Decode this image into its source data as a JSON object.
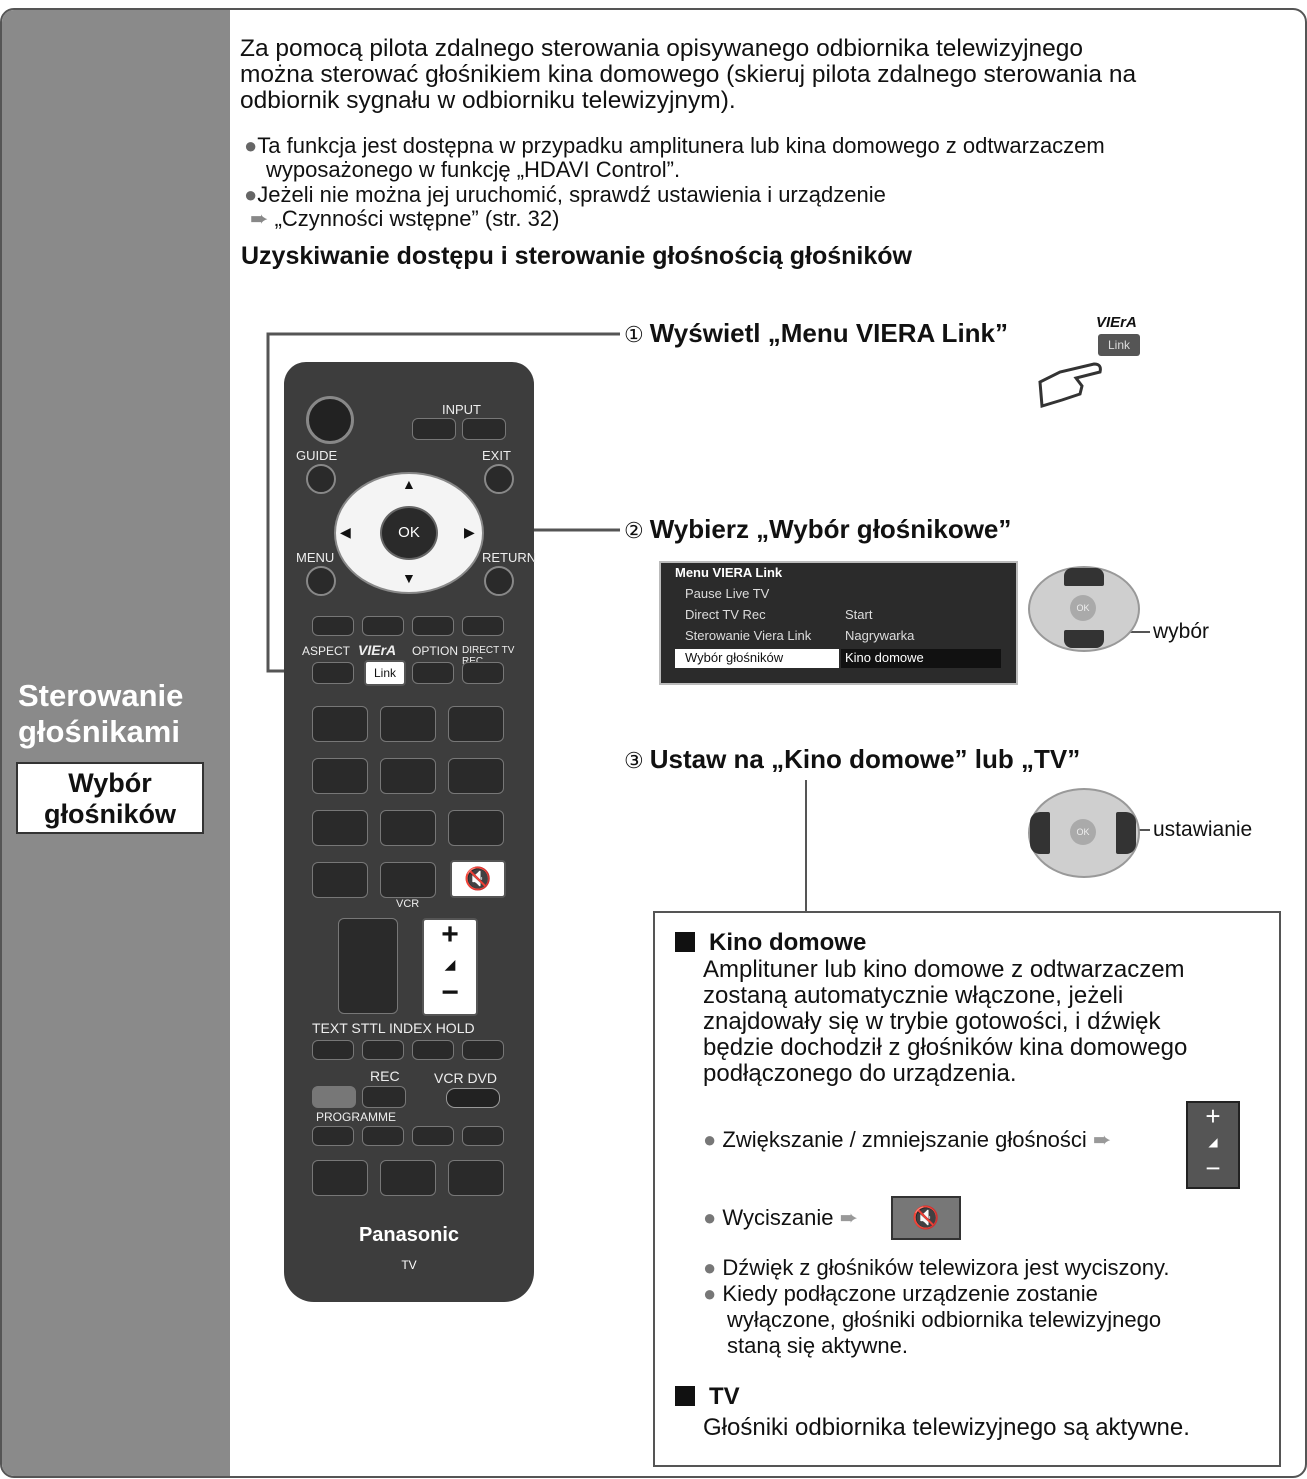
{
  "sidebar": {
    "title_line1": "Sterowanie",
    "title_line2": "głośnikami",
    "box_line1": "Wybór",
    "box_line2": "głośników"
  },
  "intro": {
    "line1": "Za pomocą pilota zdalnego sterowania  opisywanego odbiornika telewizyjnego",
    "line2": "można sterować głośnikiem kina domowego (skieruj pilota zdalnego sterowania na",
    "line3": "odbiornik sygnału w odbiorniku telewizyjnym).",
    "bullet1_line1": "Ta funkcja jest dostępna w przypadku amplitunera lub kina domowego z odtwarzaczem",
    "bullet1_line2": "wyposażonego w funkcję „HDAVI Control”.",
    "bullet2_line1": "Jeżeli nie można jej uruchomić, sprawdź ustawienia i urządzenie",
    "bullet2_line2": "„Czynności wstępne” (str. 32)"
  },
  "section_title": "Uzyskiwanie dostępu i sterowanie głośnością głośników",
  "steps": {
    "s1_num": "①",
    "s1_text": "Wyświetl „Menu VIERA Link”",
    "s2_num": "②",
    "s2_text": "Wybierz „Wybór głośnikowe”",
    "s3_num": "③",
    "s3_text": "Ustaw na „Kino domowe” lub „TV”"
  },
  "viera_icon": {
    "logo": "VIErA",
    "link": "Link"
  },
  "remote": {
    "input": "INPUT",
    "guide": "GUIDE",
    "exit": "EXIT",
    "ok": "OK",
    "menu": "MENU",
    "return": "RETURN",
    "aspect": "ASPECT",
    "viera": "VIErA",
    "link": "Link",
    "option": "OPTION",
    "direct_tv_rec": "DIRECT TV REC",
    "vcr_small": "VCR",
    "plus": "+",
    "minus": "−",
    "text_row": "TEXT STTL INDEX HOLD",
    "rec": "REC",
    "vcr_dvd": "VCR DVD",
    "programme": "PROGRAMME",
    "brand": "Panasonic",
    "tv": "TV"
  },
  "osd": {
    "title": "Menu VIERA Link",
    "rows": [
      {
        "left": "Pause Live TV",
        "right": ""
      },
      {
        "left": "Direct TV Rec",
        "right": "Start"
      },
      {
        "left": "Sterowanie Viera Link",
        "right": "Nagrywarka"
      },
      {
        "left": "Wybór głośników",
        "right": "Kino domowe"
      }
    ]
  },
  "callouts": {
    "select": "wybór",
    "set": "ustawianie",
    "ok": "OK"
  },
  "info": {
    "kino_head": "Kino domowe",
    "kino_l1": "Amplituner lub kino domowe z odtwarzaczem",
    "kino_l2": "zostaną automatycznie włączone, jeżeli",
    "kino_l3": "znajdowały się w trybie gotowości, i dźwięk",
    "kino_l4": "będzie dochodził z głośników kina domowego",
    "kino_l5": "podłączonego do urządzenia.",
    "volume": "Zwiększanie / zmniejszanie głośności",
    "mute": "Wyciszanie",
    "b1": "Dźwięk z głośników telewizora jest wyciszony.",
    "b2_l1": "Kiedy podłączone urządzenie zostanie",
    "b2_l2": "wyłączone, głośniki odbiornika telewizyjnego",
    "b2_l3": "staną się aktywne.",
    "tv_head": "TV",
    "tv_text": "Głośniki odbiornika telewizyjnego są aktywne."
  },
  "colors": {
    "sidebar": "#8a8a8a",
    "remote_body": "#3d3d3d",
    "osd_bg": "#2b2b2b"
  }
}
